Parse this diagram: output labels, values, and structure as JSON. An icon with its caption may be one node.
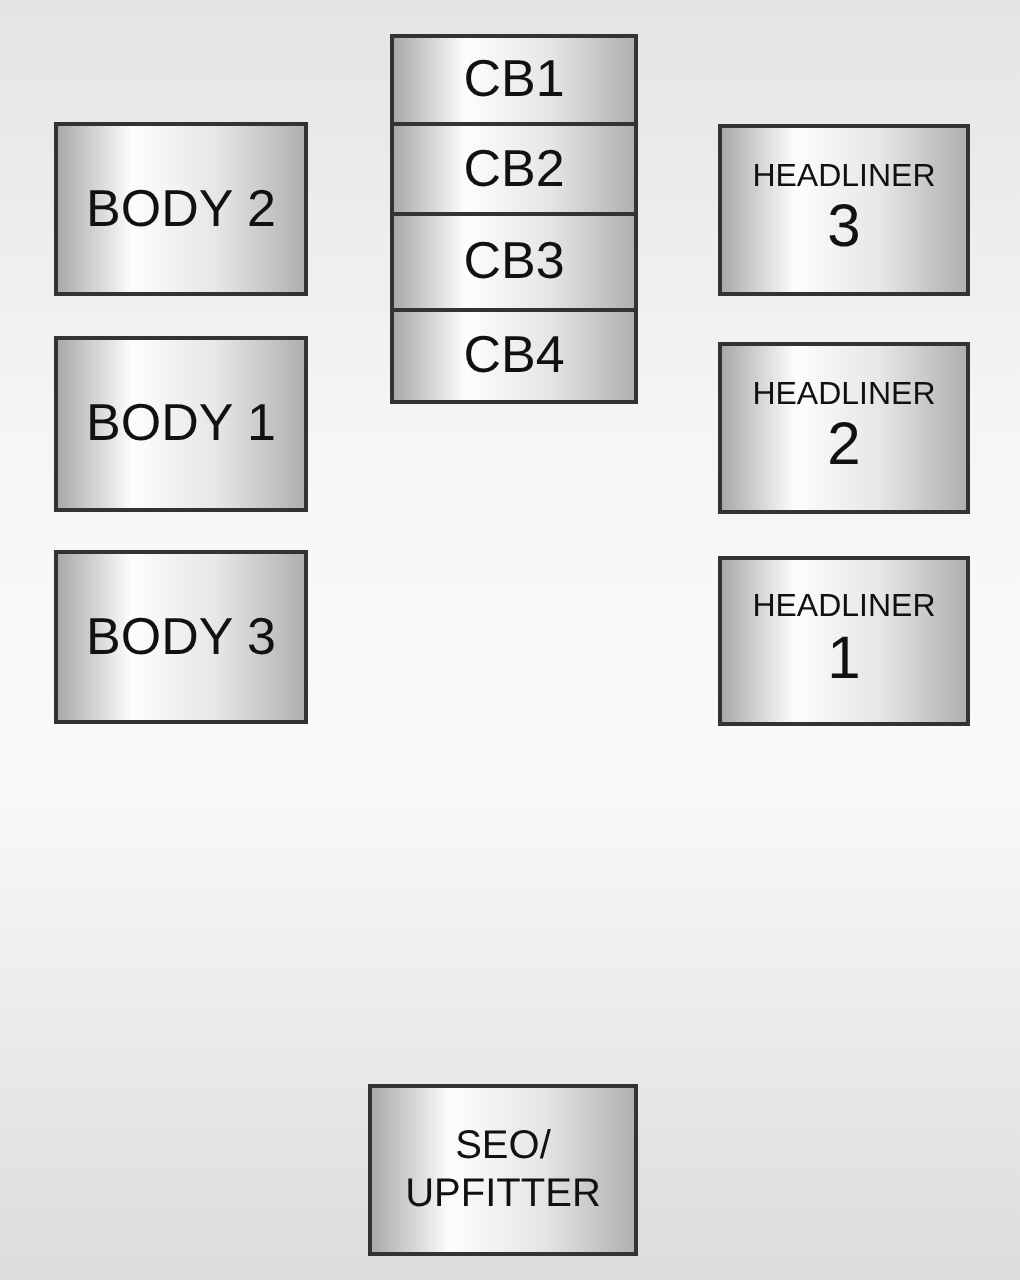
{
  "diagram": {
    "nodes": [
      {
        "text": [
          "BODY 2"
        ]
      },
      {
        "text": [
          "CB1"
        ]
      },
      {
        "text": [
          "CB2"
        ]
      },
      {
        "text": [
          "CB3"
        ]
      },
      {
        "text": [
          "CB4"
        ]
      },
      {
        "text": [
          "HEADLINER",
          "3"
        ]
      },
      {
        "text": [
          "BODY 1"
        ]
      },
      {
        "text": [
          "HEADLINER",
          "2"
        ]
      },
      {
        "text": [
          "BODY 3"
        ]
      },
      {
        "text": [
          "HEADLINER",
          "1"
        ]
      },
      {
        "text": [
          "SEO/ UPFITTER"
        ]
      }
    ]
  }
}
